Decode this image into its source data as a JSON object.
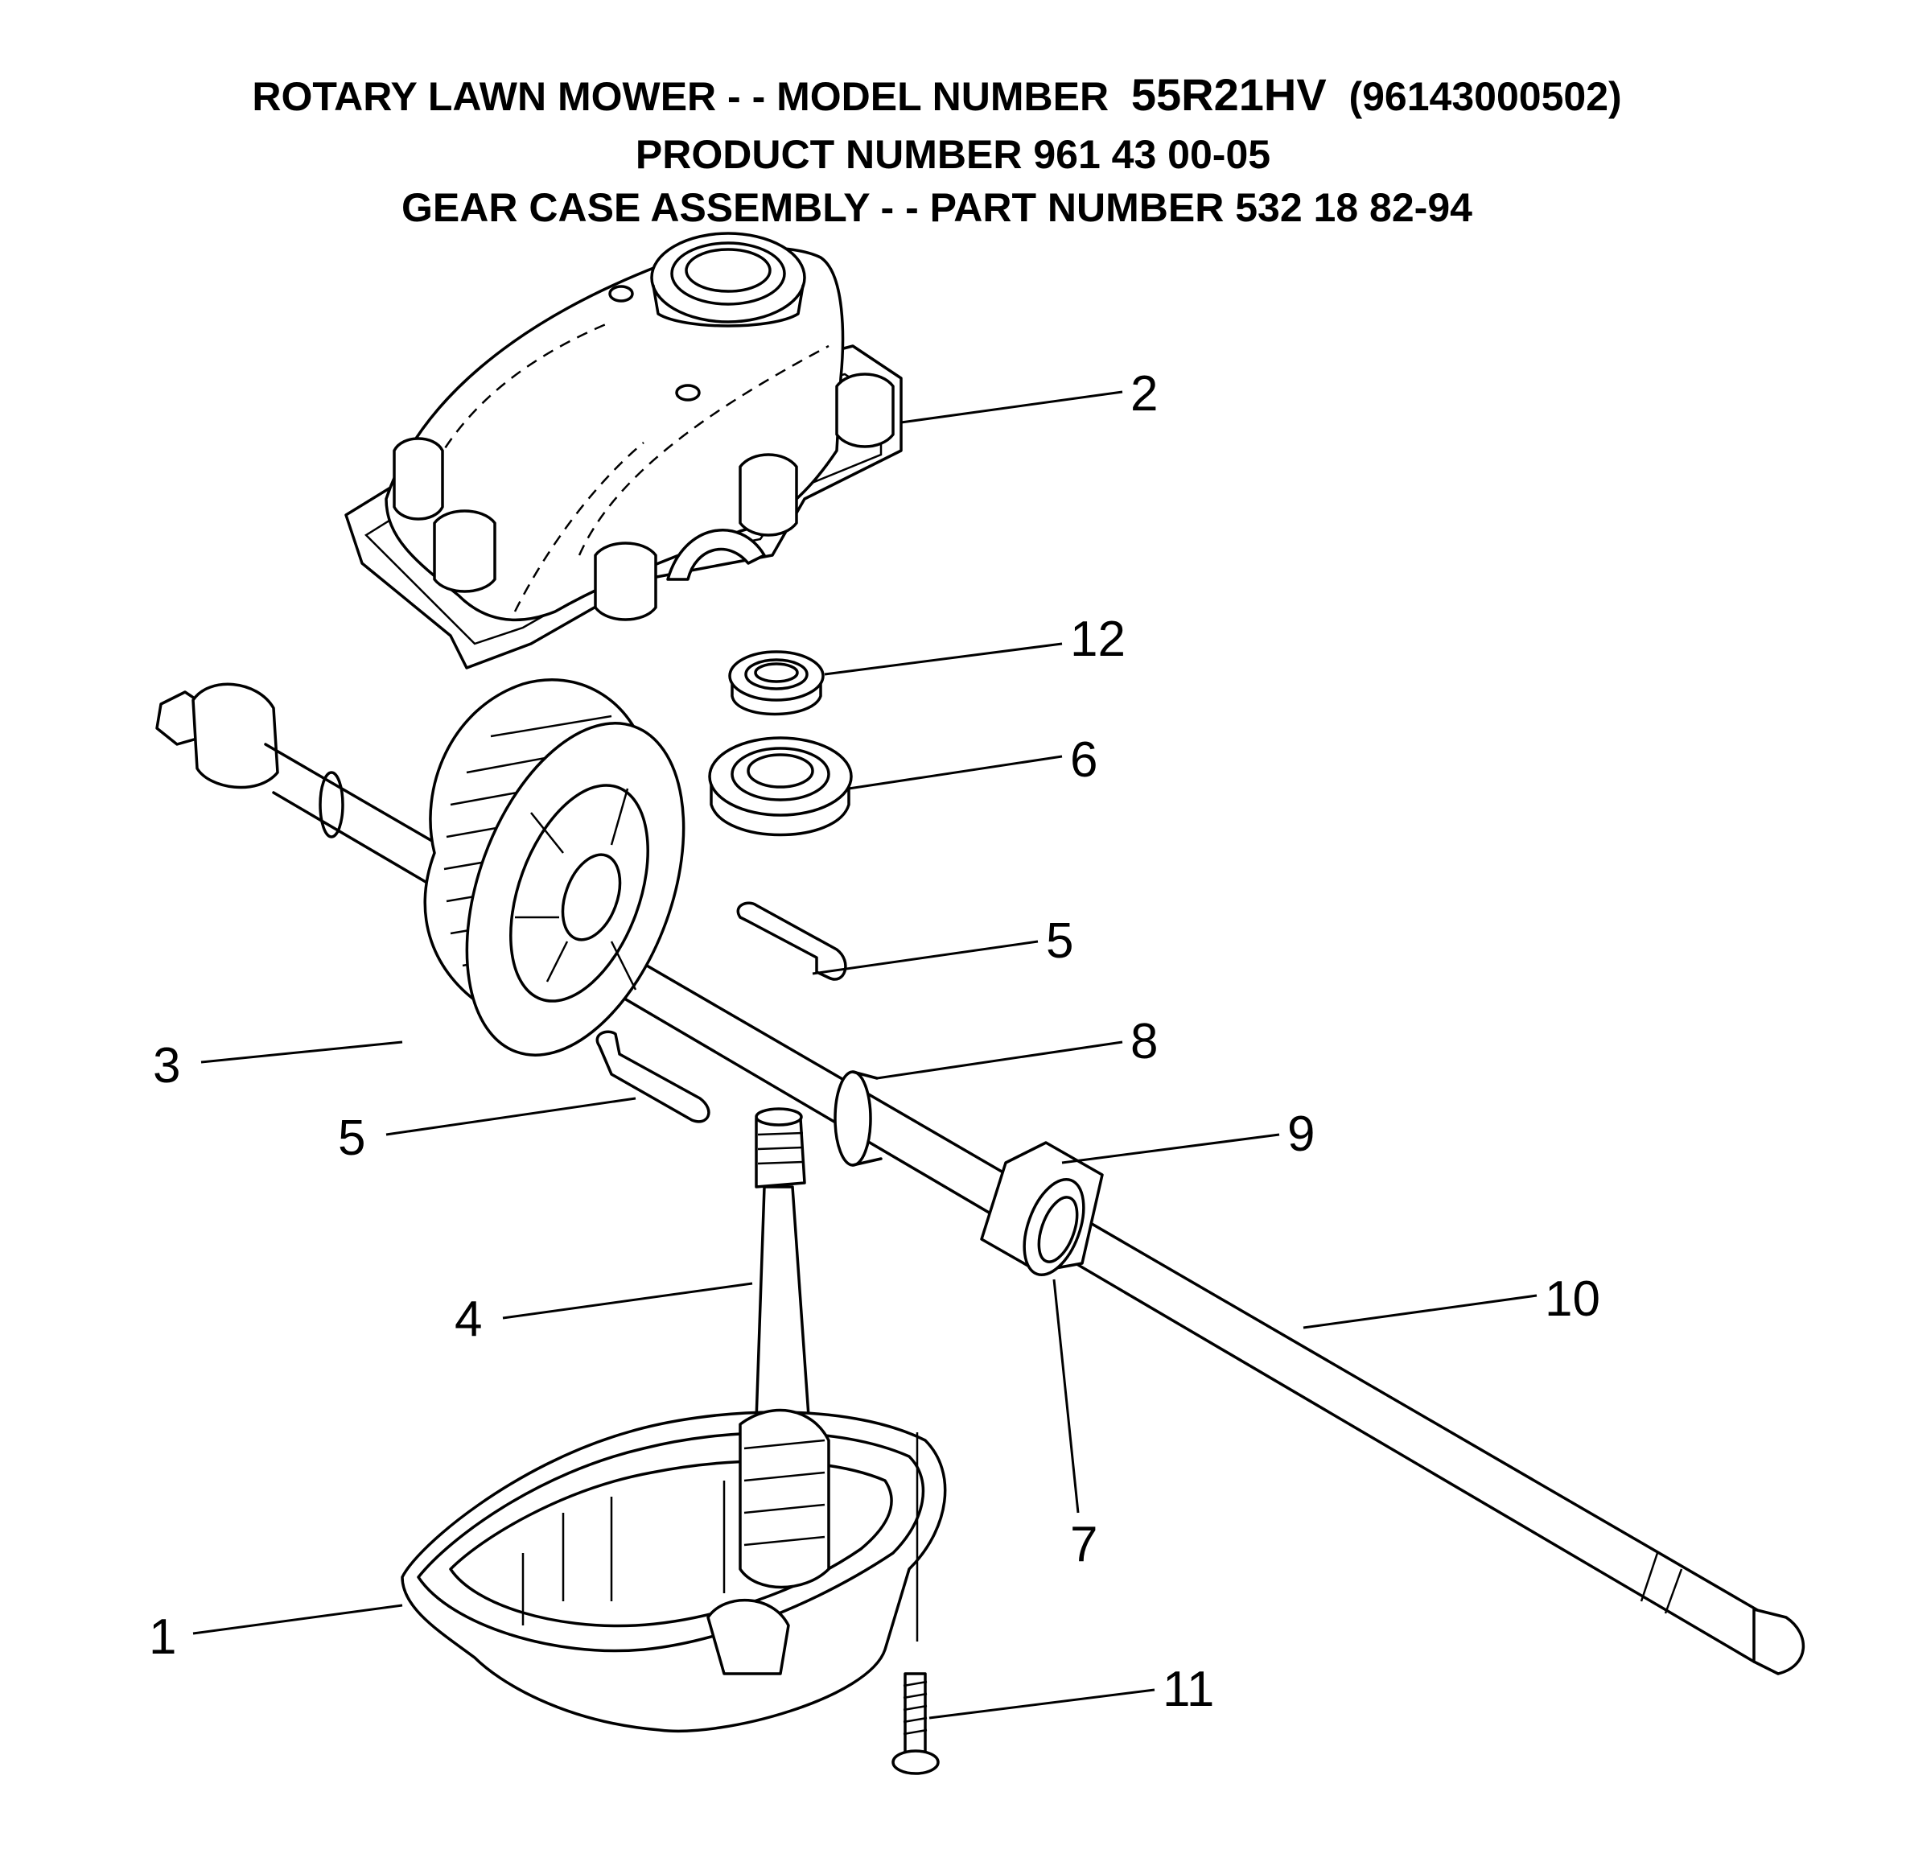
{
  "header": {
    "line1_prefix": "ROTARY LAWN MOWER - - MODEL NUMBER  ",
    "line1_model": "55R21HV",
    "line1_suffix": "  (96143000502)",
    "line2": "PRODUCT NUMBER 961 43 00-05",
    "line3": "GEAR CASE ASSEMBLY - - PART NUMBER 532 18 82-94"
  },
  "callouts": {
    "c1": "1",
    "c2": "2",
    "c3": "3",
    "c4": "4",
    "c5a": "5",
    "c5b": "5",
    "c6": "6",
    "c7": "7",
    "c8": "8",
    "c9": "9",
    "c10": "10",
    "c11": "11",
    "c12": "12"
  }
}
